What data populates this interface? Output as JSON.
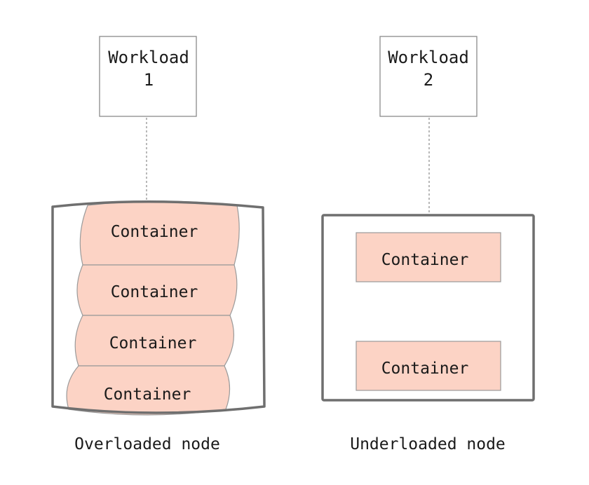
{
  "workloads": [
    {
      "line1": "Workload",
      "line2": "1"
    },
    {
      "line1": "Workload",
      "line2": "2"
    }
  ],
  "overloaded_node": {
    "label": "Overloaded node",
    "containers": [
      "Container",
      "Container",
      "Container",
      "Container"
    ]
  },
  "underloaded_node": {
    "label": "Underloaded node",
    "containers": [
      "Container",
      "Container"
    ]
  },
  "colors": {
    "container_fill": "#fcd3c5",
    "container_stroke": "#9a9a9a",
    "node_stroke": "#6f6f6f",
    "workload_stroke": "#8a8a8a",
    "connector": "#8a8a8a"
  }
}
